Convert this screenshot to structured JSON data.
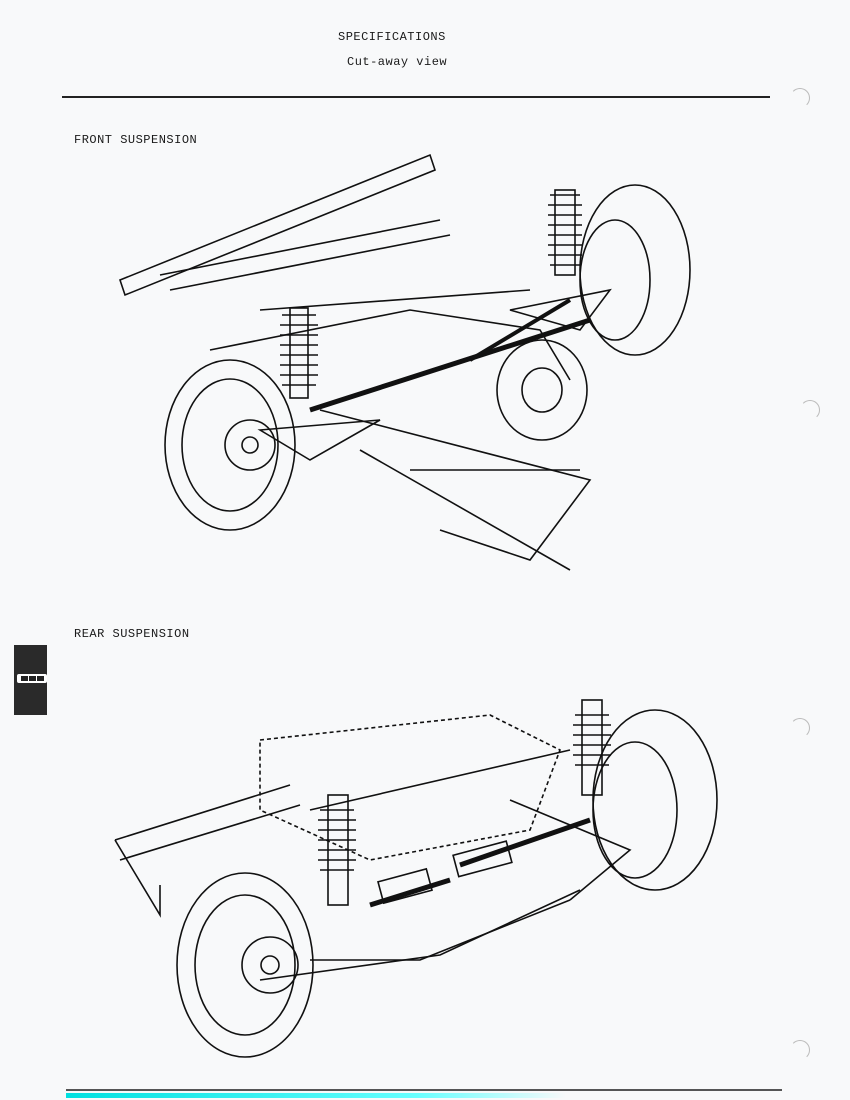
{
  "header": {
    "title": "SPECIFICATIONS",
    "subtitle": "Cut-away view"
  },
  "sections": [
    {
      "label": "FRONT SUSPENSION"
    },
    {
      "label": "REAR SUSPENSION"
    }
  ],
  "colors": {
    "paper": "#f8f9fa",
    "ink": "#1a1a1a",
    "bottom_rule_accent": "#00e0e0"
  }
}
